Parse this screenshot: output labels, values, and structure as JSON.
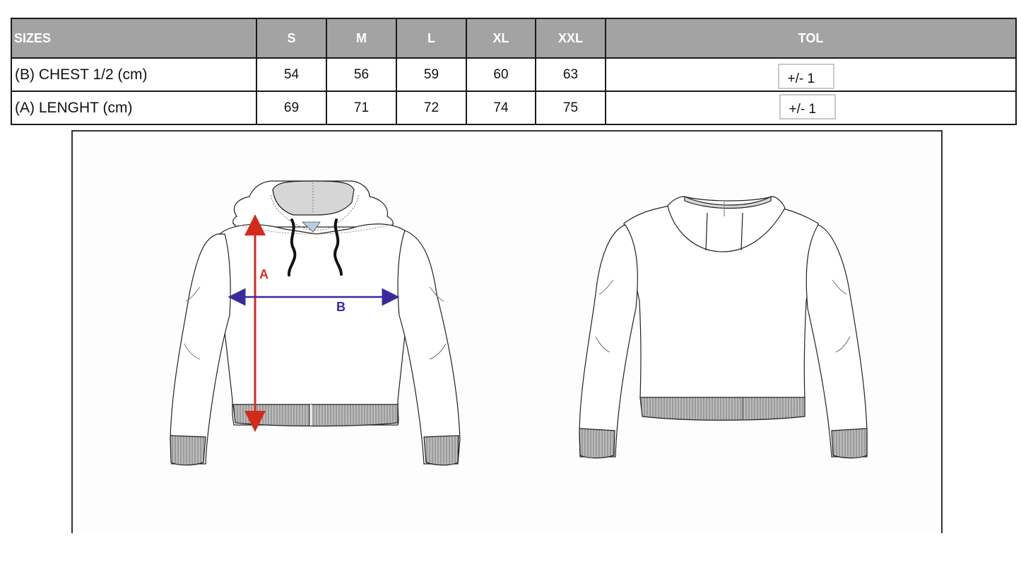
{
  "size_chart": {
    "headers": [
      "SIZES",
      "S",
      "M",
      "L",
      "XL",
      "XXL",
      "TOL"
    ],
    "rows": [
      {
        "label": "(B) CHEST 1/2 (cm)",
        "values": [
          "54",
          "56",
          "59",
          "60",
          "63"
        ],
        "tolerance": "+/- 1"
      },
      {
        "label": "(A) LENGHT (cm)",
        "values": [
          "69",
          "71",
          "72",
          "74",
          "75"
        ],
        "tolerance": "+/- 1"
      }
    ],
    "header_bg": "#a3a3a3"
  },
  "illustration": {
    "front_view": {
      "measure_a_label": "A",
      "measure_a_color": "#d42a1e",
      "measure_b_label": "B",
      "measure_b_color": "#3a2a9c"
    },
    "back_view": {}
  }
}
